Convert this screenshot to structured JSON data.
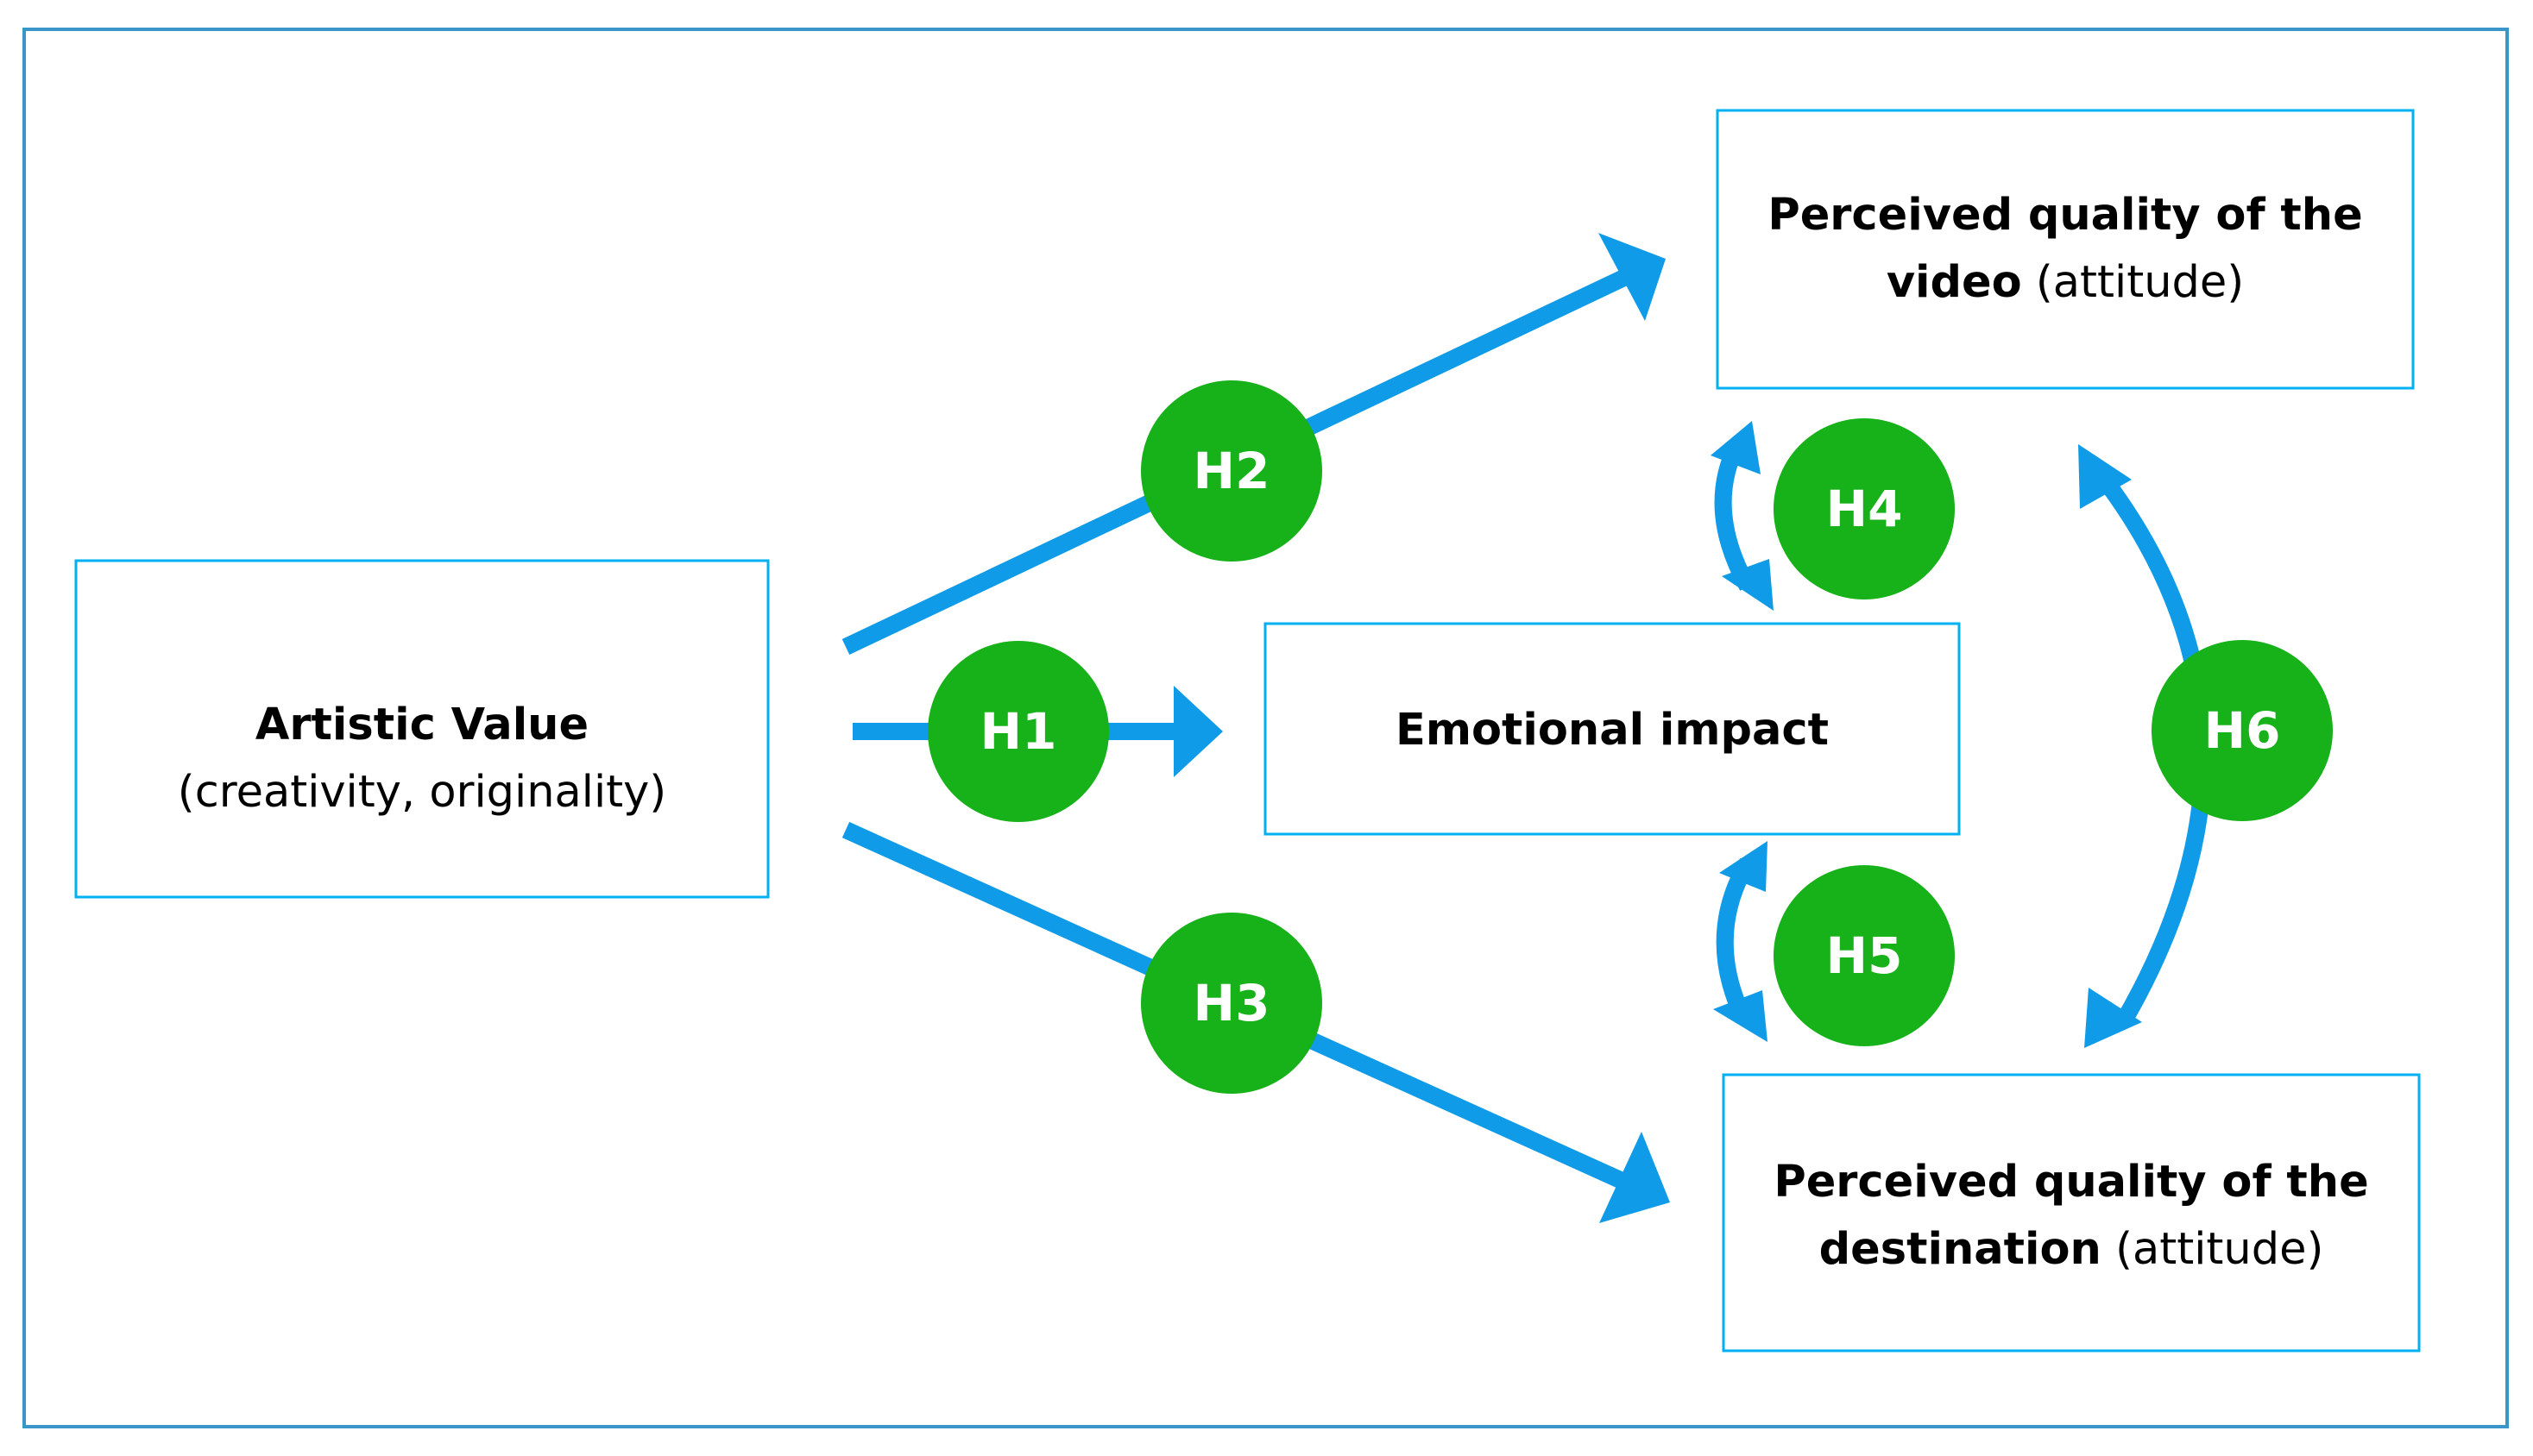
{
  "nodes": {
    "artistic_value": {
      "title": "Artistic Value",
      "subtitle": "(creativity, originality)"
    },
    "emotional_impact": {
      "title": "Emotional impact"
    },
    "video_quality": {
      "line1": "Perceived quality of the",
      "line2_bold": "video",
      "line2_rest": "(attitude)"
    },
    "destination_quality": {
      "line1": "Perceived quality of the",
      "line2_bold": "destination",
      "line2_rest": "(attitude)"
    }
  },
  "hypotheses": {
    "h1": "H1",
    "h2": "H2",
    "h3": "H3",
    "h4": "H4",
    "h5": "H5",
    "h6": "H6"
  },
  "colors": {
    "frame": "#3a95c9",
    "box_border": "#00b0f0",
    "arrow": "#0f9be7",
    "hypothesis_circle": "#17b119",
    "hypothesis_text": "#ffffff"
  }
}
